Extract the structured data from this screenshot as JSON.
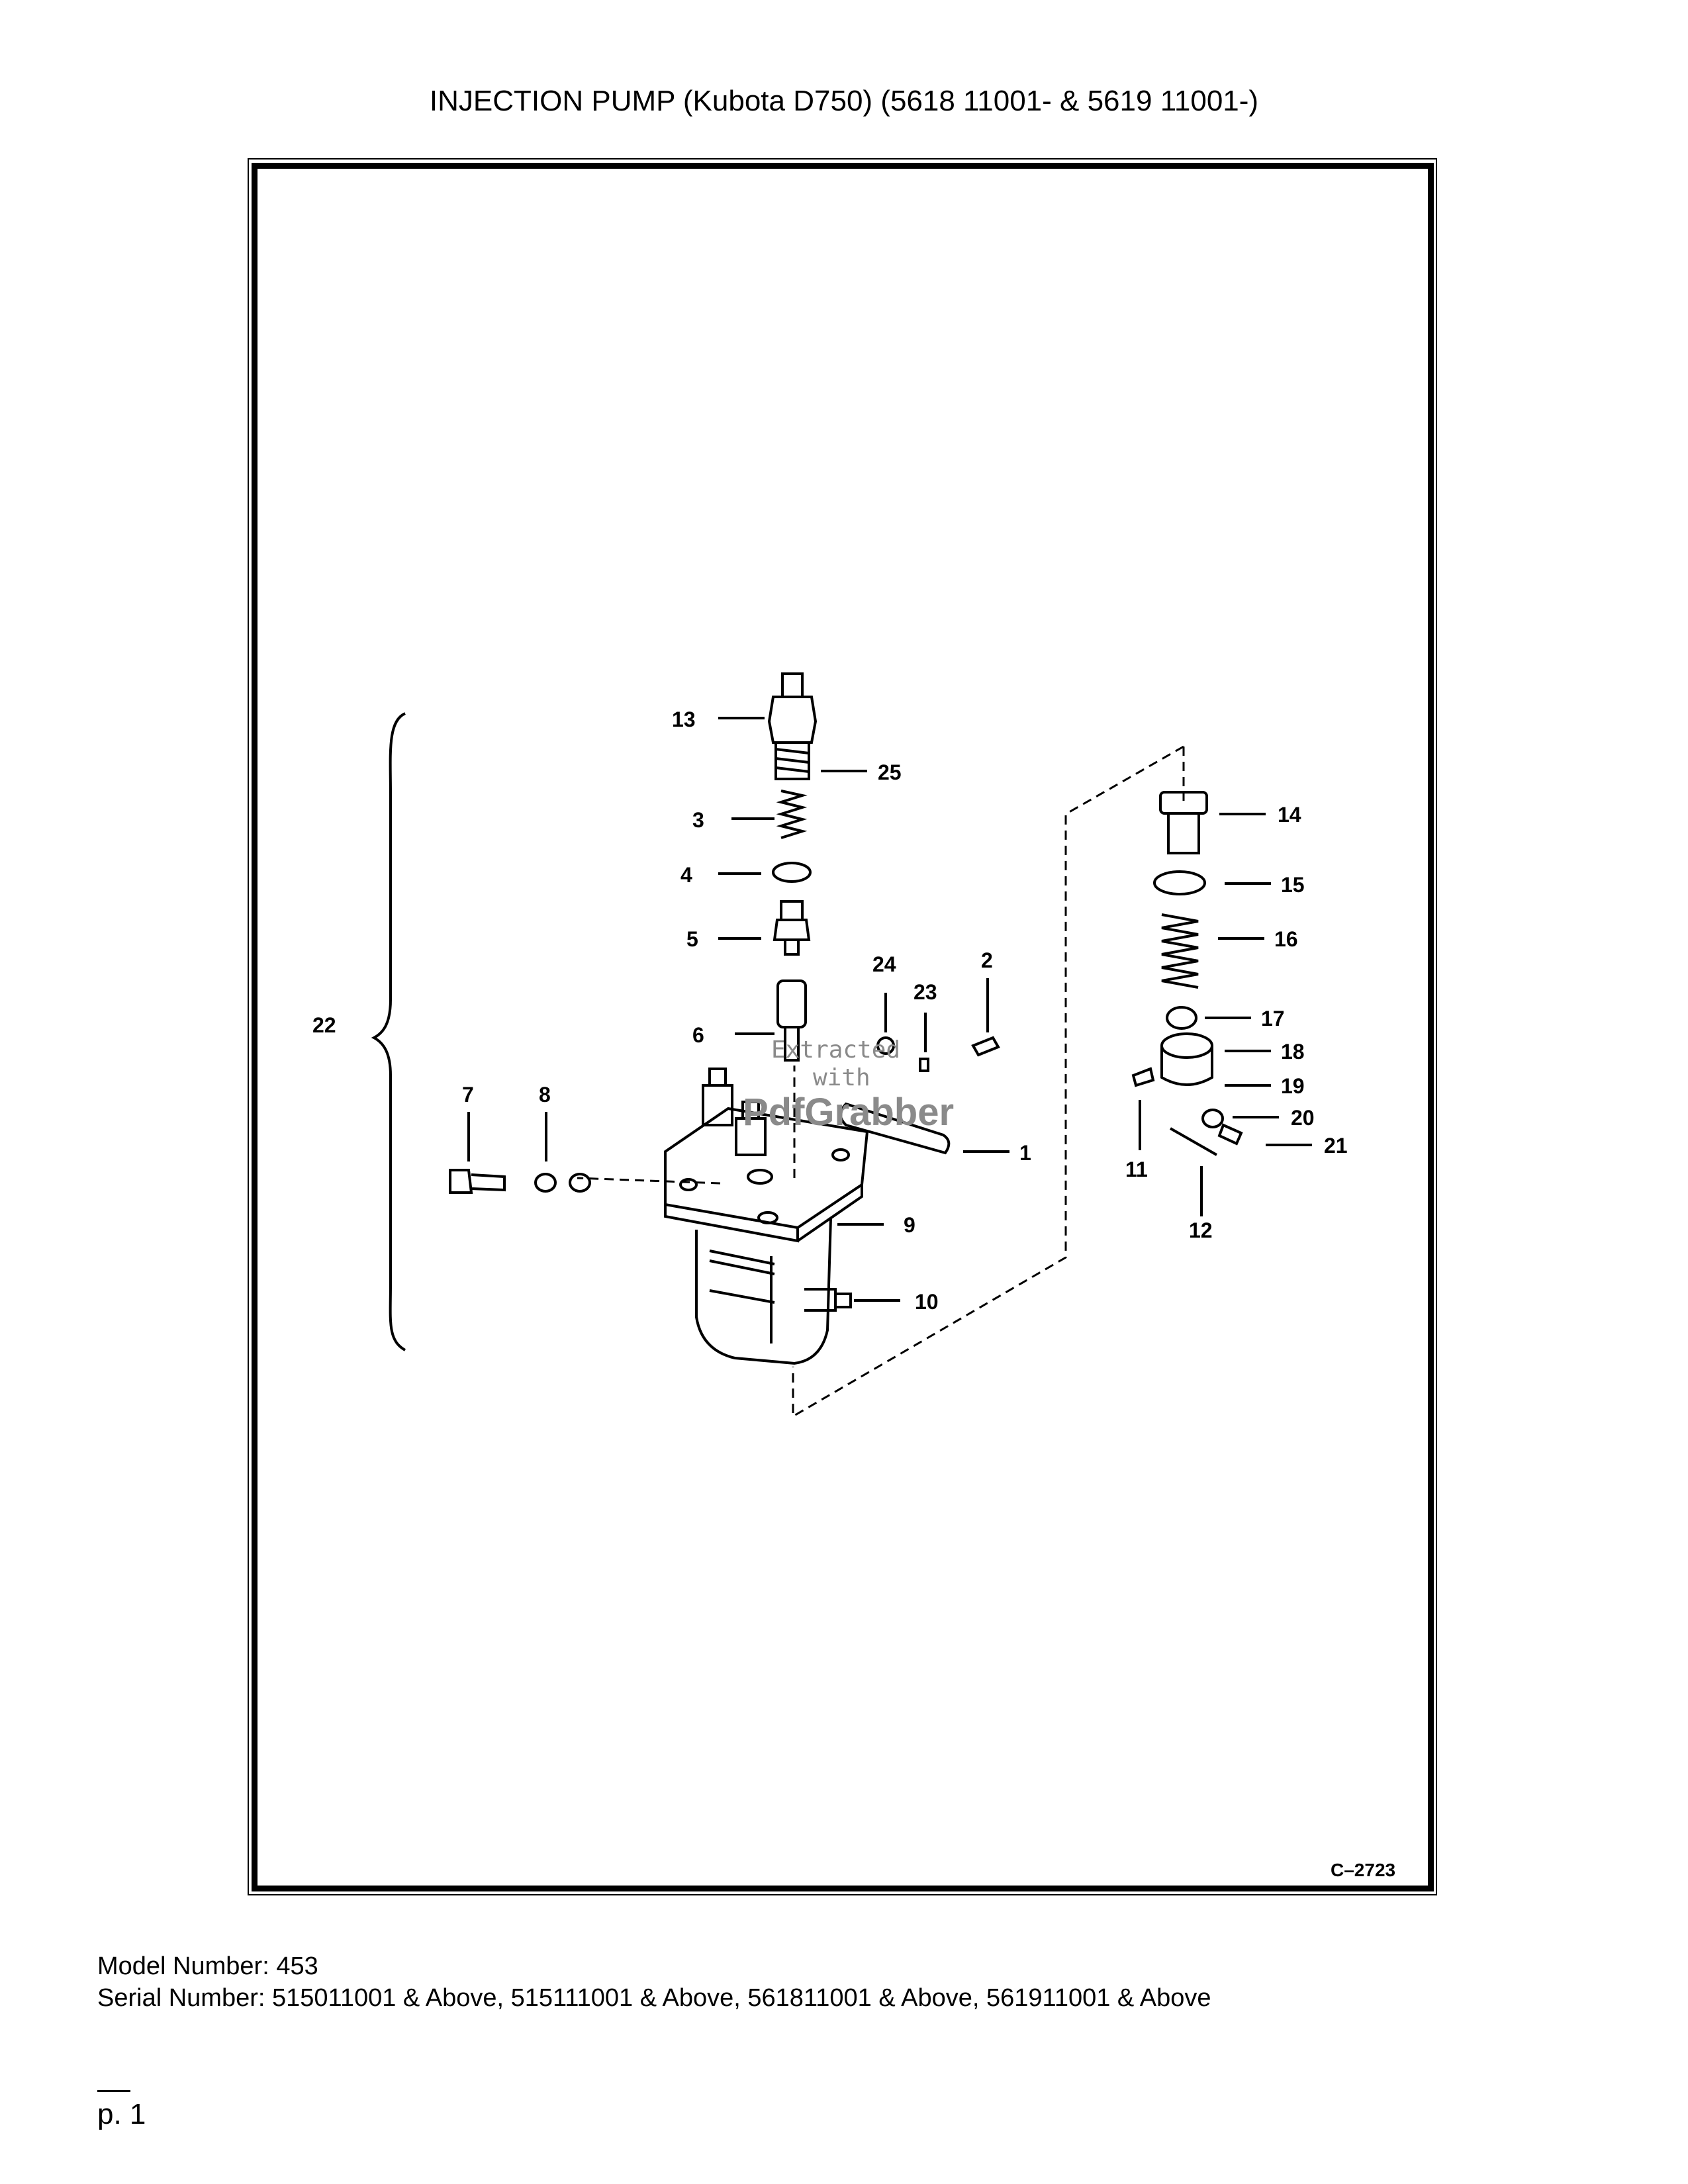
{
  "title": "INJECTION PUMP (Kubota D750) (5618 11001- & 5619 11001-)",
  "diagram": {
    "callouts": {
      "c1": "1",
      "c2": "2",
      "c3": "3",
      "c4": "4",
      "c5": "5",
      "c6": "6",
      "c7": "7",
      "c8": "8",
      "c9": "9",
      "c10": "10",
      "c11": "11",
      "c12": "12",
      "c13": "13",
      "c14": "14",
      "c15": "15",
      "c16": "16",
      "c17": "17",
      "c18": "18",
      "c19": "19",
      "c20": "20",
      "c21": "21",
      "c22": "22",
      "c23": "23",
      "c24": "24",
      "c25": "25"
    },
    "figure_ref": "C–2723",
    "watermark": [
      "Extracted",
      "with",
      "PdfGrabber"
    ]
  },
  "footer": {
    "model": "Model Number: 453",
    "serial": "Serial Number: 515011001 & Above, 515111001 & Above, 561811001 & Above, 561911001 & Above",
    "page": "p. 1"
  }
}
